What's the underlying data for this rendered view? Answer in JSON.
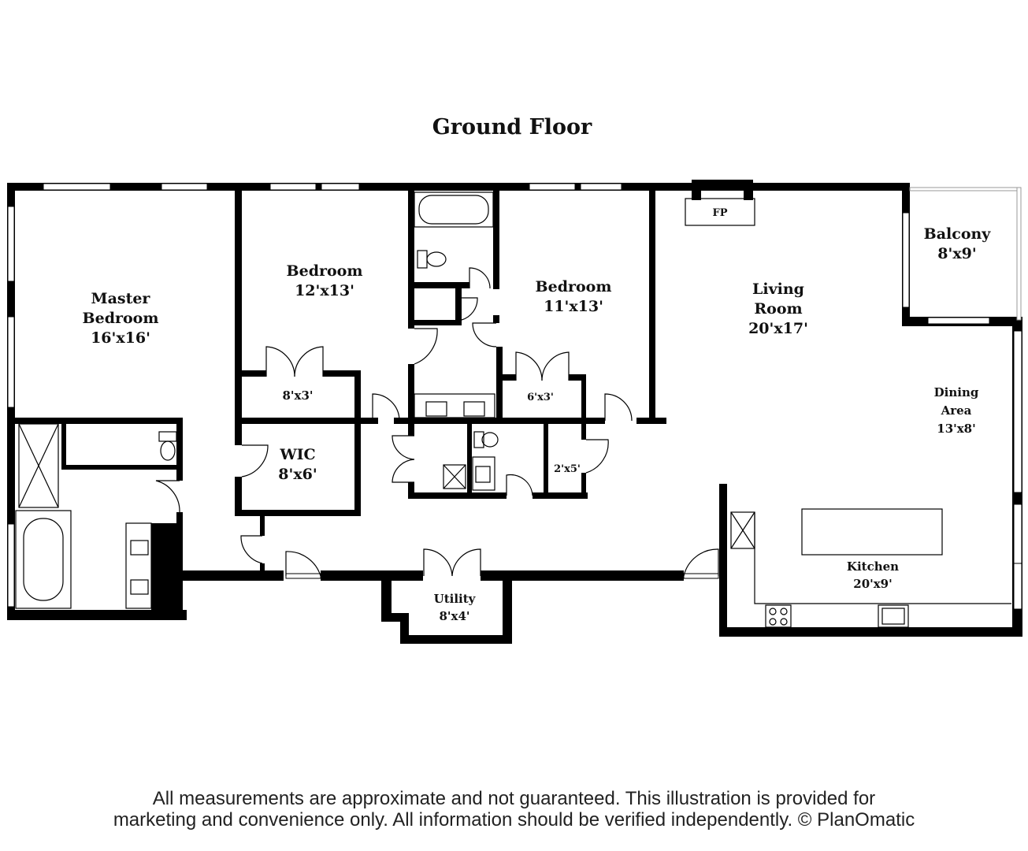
{
  "title": "Ground Floor",
  "rooms": {
    "master": {
      "name_1": "Master",
      "name_2": "Bedroom",
      "size": "16'x16'"
    },
    "bedroom_a": {
      "name": "Bedroom",
      "size": "12'x13'"
    },
    "bedroom_b": {
      "name": "Bedroom",
      "size": "11'x13'"
    },
    "living": {
      "name_1": "Living",
      "name_2": "Room",
      "size": "20'x17'"
    },
    "balcony": {
      "name": "Balcony",
      "size": "8'x9'"
    },
    "dining": {
      "name_1": "Dining",
      "name_2": "Area",
      "size": "13'x8'"
    },
    "kitchen": {
      "name": "Kitchen",
      "size": "20'x9'"
    },
    "utility": {
      "name": "Utility",
      "size": "8'x4'"
    },
    "wic": {
      "name": "WIC",
      "size": "8'x6'"
    },
    "closet_a": {
      "size": "8'x3'"
    },
    "closet_b": {
      "size": "6'x3'"
    },
    "closet_c": {
      "size": "2'x5'"
    },
    "fireplace": {
      "label": "FP"
    }
  },
  "disclaimer": {
    "line_1": "All measurements are approximate and not guaranteed. This illustration is provided for",
    "line_2": "marketing and convenience only. All information should be verified independently. © PlanOmatic"
  }
}
